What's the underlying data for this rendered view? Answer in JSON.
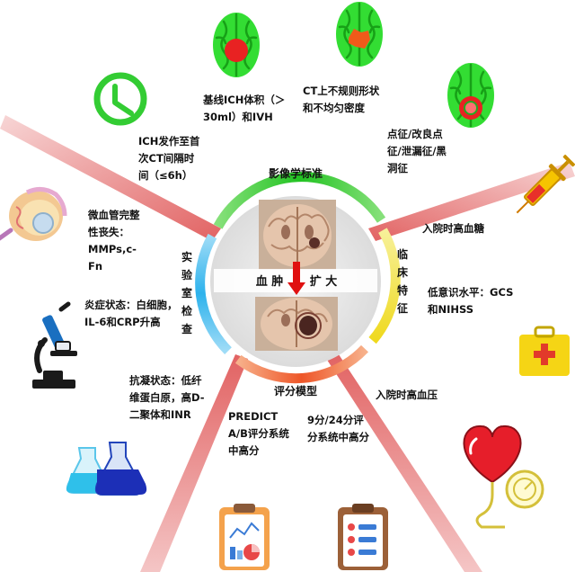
{
  "center": {
    "label_left": "血 肿",
    "label_right": "扩 大"
  },
  "segments": {
    "top": "影像学标准",
    "right": [
      "临",
      "床",
      "特",
      "征"
    ],
    "bottom": "评分模型",
    "left": [
      "实",
      "验",
      "室",
      "检",
      "查"
    ]
  },
  "labels": {
    "onset_time": "ICH发作至首次CT间隔时间（≤6h）",
    "baseline_volume": "基线ICH体积（＞30ml）和IVH",
    "irregular_shape": "CT上不规则形状和不均匀密度",
    "spot_signs": "点征/改良点征/泄漏征/黑洞征",
    "blood_glucose": "入院时高血糖",
    "consciousness": "低意识水平：GCS和NIHSS",
    "blood_pressure": "入院时高血压",
    "score_9_24": "9分/24分评分系统中高分",
    "predict_score": "PREDICT A/B评分系统中高分",
    "anticoagulation": "抗凝状态：低纤维蛋白原，高D-二聚体和INR",
    "inflammation": "炎症状态：白细胞，IL-6和CRP升高",
    "microvascular": "微血管完整性丧失：MMPs,c-Fn"
  },
  "colors": {
    "top_arc": "#3cc63c",
    "right_arc": "#f2e230",
    "bottom_arc": "#f06a3a",
    "left_arc": "#3ab7ec",
    "rays": "#e05a5a",
    "brain_green": "#33dd33",
    "hemorrhage": "#e82222",
    "arrow": "#e01010"
  }
}
